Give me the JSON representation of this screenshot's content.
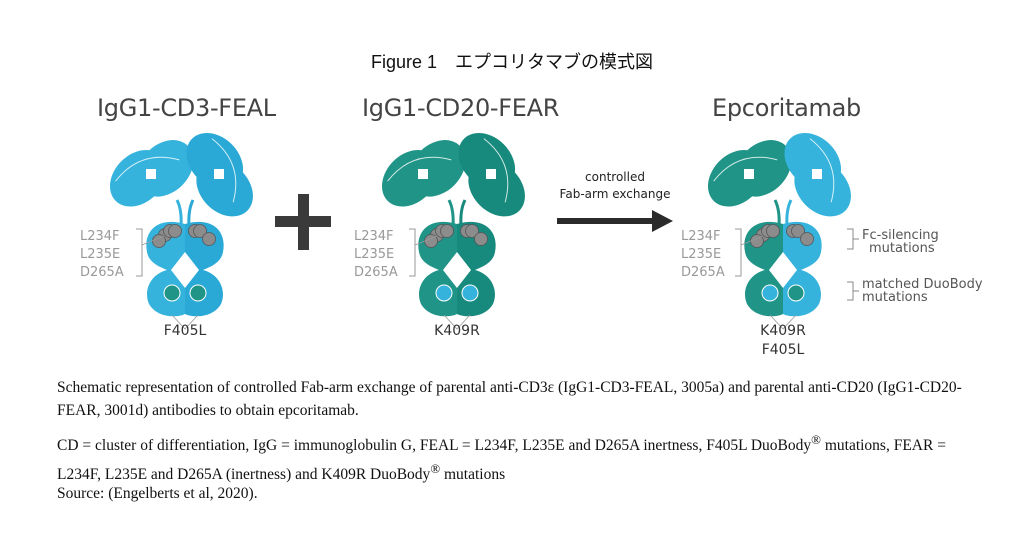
{
  "figure_title": "Figure 1　エプコリタマブの模式図",
  "colors": {
    "blue": "#35b3dc",
    "blue2": "#2aa9d6",
    "teal": "#1f9487",
    "teal2": "#178a7d",
    "gray_dot": "#8c8c8c",
    "plus": "#3a3a3a"
  },
  "antibodies": [
    {
      "title": "IgG1-CD3-FEAL",
      "mutations": [
        "L234F",
        "L235E",
        "D265A"
      ],
      "site": "F405L"
    },
    {
      "title": "IgG1-CD20-FEAR",
      "mutations": [
        "L234F",
        "L235E",
        "D265A"
      ],
      "site": "K409R"
    },
    {
      "title": "Epcoritamab",
      "mutations": [
        "L234F",
        "L235E",
        "D265A"
      ],
      "site": "K409R",
      "site2": "F405L"
    }
  ],
  "arrow": {
    "line1": "controlled",
    "line2": "Fab-arm exchange"
  },
  "legend": {
    "fc_line1": "Fc-silencing",
    "fc_line2": "mutations",
    "duo_line1": "matched DuoBody",
    "duo_line2": "mutations"
  },
  "caption": {
    "p1": "Schematic representation of controlled Fab-arm exchange of parental anti-CD3ε (IgG1-CD3-FEAL, 3005a) and parental anti-CD20 (IgG1-CD20-FEAR, 3001d) antibodies to obtain epcoritamab.",
    "p2a": "CD = cluster of differentiation, IgG = immunoglobulin G, FEAL = L234F, L235E and D265A inertness, F405L DuoBody",
    "reg": "®",
    "p2b": " mutations, FEAR = L234F, L235E and D265A (inertness) and K409R DuoBody",
    "p2c": " mutations",
    "p3": "Source: (Engelberts et al, 2020)."
  }
}
